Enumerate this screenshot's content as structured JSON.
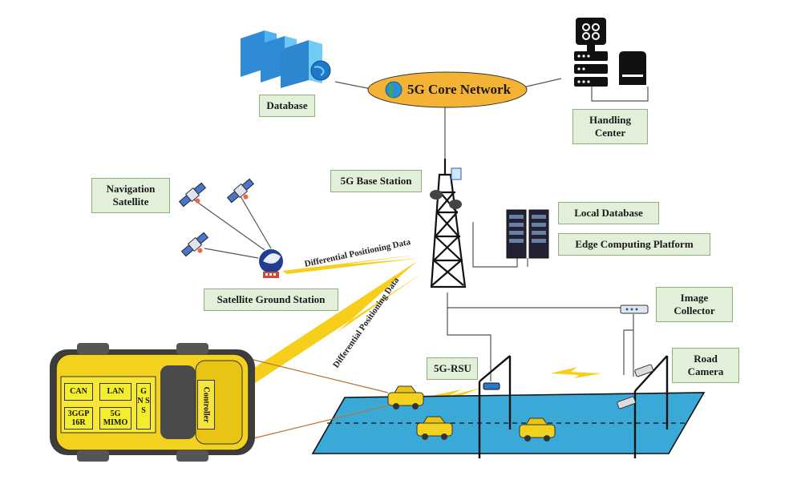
{
  "core_network": {
    "label": "5G Core Network"
  },
  "database": {
    "label": "Database"
  },
  "handling_center": {
    "line1": "Handling",
    "line2": "Center"
  },
  "base_station": {
    "label": "5G Base Station"
  },
  "navigation_satellite": {
    "line1": "Navigation",
    "line2": "Satellite"
  },
  "ground_station": {
    "label": "Satellite Ground Station"
  },
  "local_database": {
    "label": "Local  Database"
  },
  "edge_platform": {
    "label": "Edge Computing Platform"
  },
  "image_collector": {
    "line1": "Image",
    "line2": "Collector"
  },
  "road_camera": {
    "line1": "Road",
    "line2": "Camera"
  },
  "rsu": {
    "label": "5G-RSU"
  },
  "diff_data_1": "Differential Positioning Data",
  "diff_data_2": "Differential Positioning Data",
  "vehicle_modules": {
    "can": "CAN",
    "lan": "LAN",
    "gnss": "G N S S",
    "cv2x_line1": "3GGP",
    "cv2x_line2": "16R",
    "mimo_line1": "5G",
    "mimo_line2": "MIMO",
    "controller": "Controller"
  },
  "colors": {
    "label_fill": "#e2efd9",
    "core_fill": "#f5b335",
    "road_fill": "#3ba9d8",
    "vehicle_yellow": "#f2d21e",
    "lightning": "#f7cf1a"
  }
}
